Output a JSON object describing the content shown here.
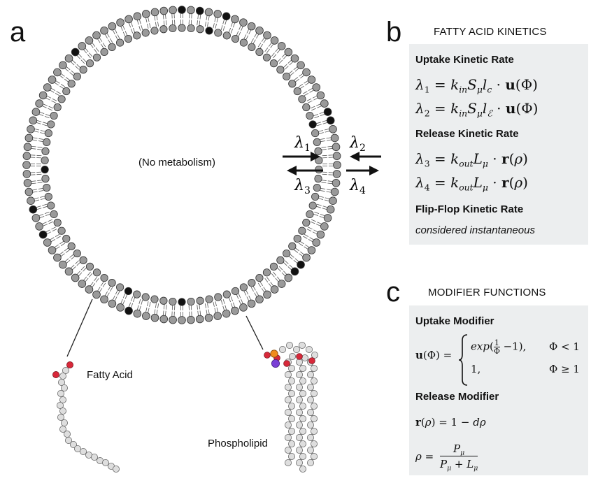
{
  "panels": {
    "a": {
      "letter": "a",
      "center_label": "(No metabolism)",
      "fatty_acid_label": "Fatty Acid",
      "phospholipid_label": "Phospholipid"
    },
    "b": {
      "letter": "b",
      "title": "FATTY ACID KINETICS"
    },
    "c": {
      "letter": "c",
      "title": "MODIFIER FUNCTIONS"
    }
  },
  "rates": {
    "lambda1": "λ1",
    "lambda2": "λ2",
    "lambda3": "λ3",
    "lambda4": "λ4"
  },
  "kinetics": {
    "uptake_header": "Uptake Kinetic Rate",
    "release_header": "Release Kinetic Rate",
    "flipflop_header": "Flip-Flop Kinetic Rate",
    "flipflop_note": "considered instantaneous"
  },
  "modifiers": {
    "uptake_header": "Uptake Modifier",
    "release_header": "Release Modifier",
    "case1_cond": "Φ < 1",
    "case2_cond": "Φ ≥ 1",
    "case2_value": "1,",
    "release_eq": "r(ρ) = 1 − dρ"
  },
  "colors": {
    "lipid_head": "#9a9a9a",
    "fatty_acid_head": "#111111",
    "atom_white": "#dedede",
    "oxygen": "#d8283a",
    "phosphorus": "#f08c1c",
    "nitrogen": "#7a3fd6",
    "box_bg": "#eceeef"
  }
}
